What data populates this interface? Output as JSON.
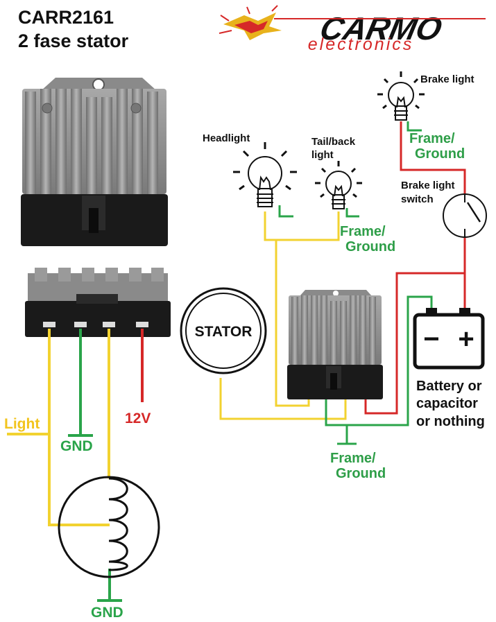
{
  "header": {
    "model": "CARR2161",
    "subtitle": "2 fase stator"
  },
  "logo": {
    "brand": "CARMO",
    "tagline": "electronics"
  },
  "pinout": {
    "light_label": "Light",
    "gnd_label": "GND",
    "plus12_label": "12V",
    "coil_gnd_label": "GND"
  },
  "circuit": {
    "headlight": "Headlight",
    "tail_line1": "Tail/back",
    "tail_line2": "light",
    "brake_light": "Brake light",
    "brake_switch_line1": "Brake light",
    "brake_switch_line2": "switch",
    "frame1_line1": "Frame/",
    "frame1_line2": "Ground",
    "frame2_line1": "Frame/",
    "frame2_line2": "Ground",
    "frame3_line1": "Frame/",
    "frame3_line2": "Ground",
    "stator": "STATOR",
    "battery_line1": "Battery or",
    "battery_line2": "capacitor",
    "battery_line3": "or nothing",
    "battery_minus": "−",
    "battery_plus": "+"
  },
  "colors": {
    "yellow": "#f2d230",
    "green": "#2aa44a",
    "red": "#d62828",
    "frame_text": "#2e9e48",
    "regulator_body": "#8c8c8c",
    "connector": "#1a1a1a"
  }
}
